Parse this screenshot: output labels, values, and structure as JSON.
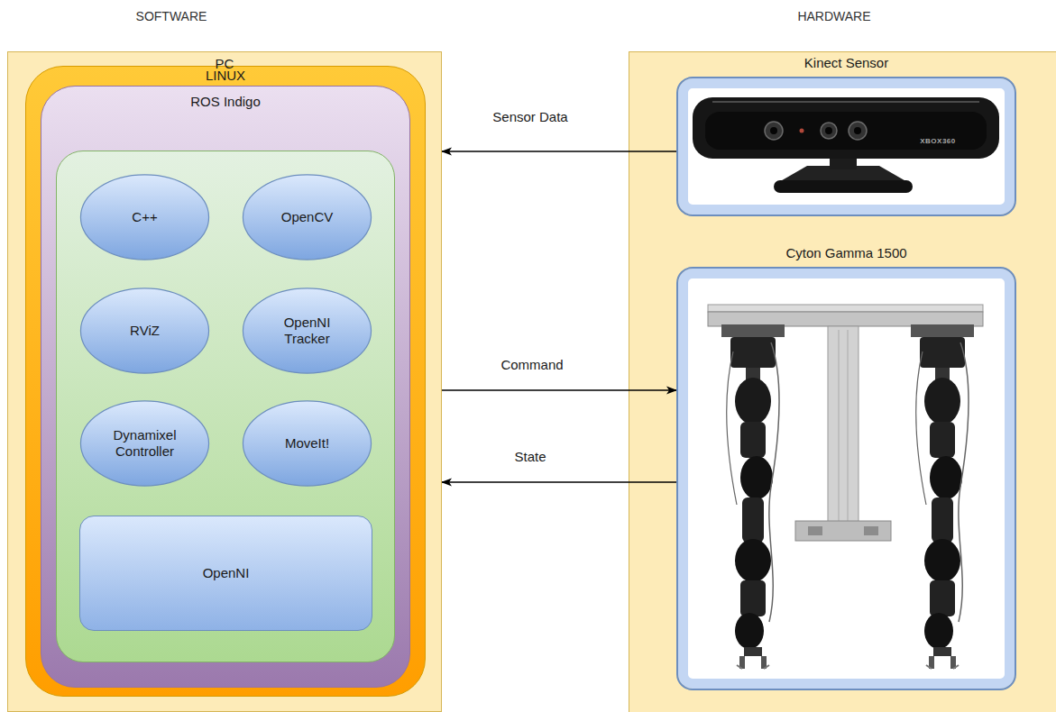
{
  "diagram": {
    "nodes": [
      {
        "text": [
          "PC"
        ]
      },
      {
        "text": [
          "LINUX"
        ],
        "in": 0
      },
      {
        "text": [
          "ROS Indigo"
        ],
        "in": 1
      },
      {
        "text": [
          "C++"
        ],
        "in": 2
      },
      {
        "text": [
          "OpenCV"
        ],
        "in": 2
      },
      {
        "text": [
          "RViZ"
        ],
        "in": 2
      },
      {
        "text": [
          "OpenNI Tracker"
        ],
        "in": 2
      },
      {
        "text": [
          "Dynamixel Controller"
        ],
        "in": 2
      },
      {
        "text": [
          "MoveIt!"
        ],
        "in": 2
      },
      {
        "text": [
          "OpenNI"
        ],
        "in": 2
      },
      {
        "text": [
          "Kinect Sensor"
        ]
      },
      {
        "text": [
          "Cyton Gamma 1500"
        ]
      }
    ],
    "edges": [
      {
        "from": 10,
        "to": 0,
        "arrow": "to",
        "label": "Sensor Data"
      },
      {
        "from": 0,
        "to": 11,
        "arrow": "to",
        "label": "Command"
      },
      {
        "from": 11,
        "to": 0,
        "arrow": "to",
        "label": "State"
      }
    ],
    "labels": [
      "SOFTWARE",
      "HARDWARE",
      "XBOX360"
    ]
  }
}
